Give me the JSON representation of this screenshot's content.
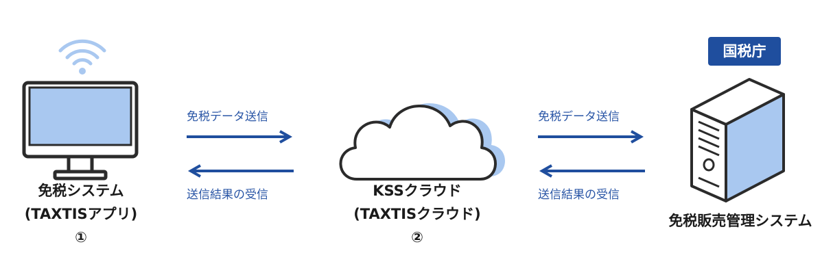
{
  "nodes": {
    "app": {
      "label_line1": "免税システム",
      "label_line2": "(TAXTISアプリ)",
      "number": "①"
    },
    "cloud": {
      "label_line1": "KSSクラウド",
      "label_line2": "(TAXTISクラウド)",
      "number": "②"
    },
    "server": {
      "badge": "国税庁",
      "label": "免税販売管理システム"
    }
  },
  "flows": {
    "left_send": "免税データ送信",
    "left_receive": "送信結果の受信",
    "right_send": "免税データ送信",
    "right_receive": "送信結果の受信"
  },
  "colors": {
    "arrow": "#1f4e9e",
    "flow_text": "#2a56a6",
    "fill_light": "#a9c8f0",
    "outline": "#2b2b2b"
  }
}
